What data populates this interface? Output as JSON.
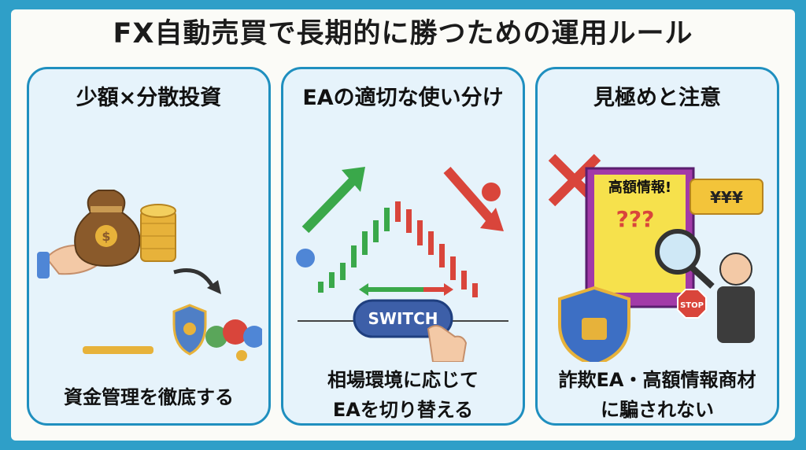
{
  "title": "FX自動売買で長期的に勝つための運用ルール",
  "panels": [
    {
      "heading": "少額×分散投資",
      "caption": "資金管理を徹底する",
      "icons": [
        "money-bag-icon",
        "hand-icon",
        "coin-stack-icon",
        "arrow-icon",
        "shield-icon",
        "scale-icon",
        "gear-icon"
      ]
    },
    {
      "heading": "EAの適切な使い分け",
      "switch_label": "SWITCH",
      "caption_line1": "相場環境に応じて",
      "caption_line2": "EAを切り替える",
      "icons": [
        "robot-icon",
        "candlestick-chart",
        "up-arrow-icon",
        "down-arrow-icon",
        "hand-pointer-icon"
      ]
    },
    {
      "heading": "見極めと注意",
      "book_label": "高額情報!",
      "tag_label": "¥¥¥",
      "stop_label": "STOP",
      "question_marks": "???",
      "caption_line1": "詐欺EA・高額情報商材",
      "caption_line2": "に騙されない",
      "icons": [
        "x-icon",
        "lock-shield-icon",
        "magnifier-icon",
        "person-icon",
        "stop-sign-icon"
      ]
    }
  ],
  "colors": {
    "accent": "#1f8fbf",
    "background": "#2f9fc8",
    "panel": "#e6f3fb",
    "green": "#3aa84a",
    "red": "#d9453b",
    "gold": "#e7b23a"
  }
}
